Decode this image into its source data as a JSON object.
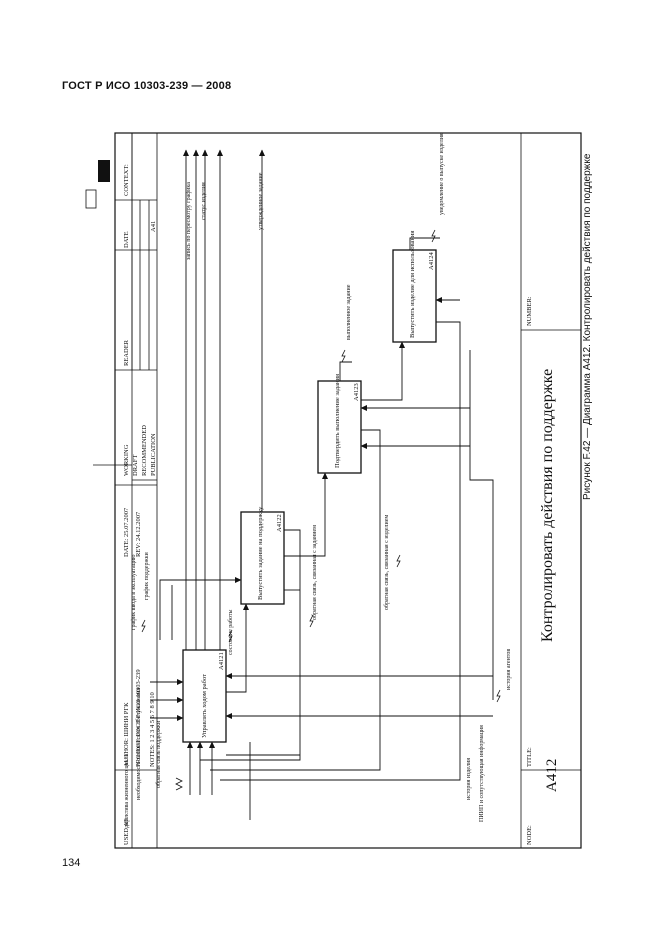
{
  "page": {
    "header": "ГОСТ Р ИСО 10303-239 — 2008",
    "page_number": "134",
    "caption": "Рисунок F.42 — Диаграмма А412. Контролировать действия по поддержке"
  },
  "frame": {
    "used_at": "USED AT:",
    "author": "AUTHOR: ШИНИ РГК",
    "project": "PROJECT: ГОСТ Р ИСО 10303-239",
    "date": "DATE: 25.07.2007",
    "rev": "REV: 24.12.2007",
    "notes": "NOTES: 1 2 3 4 5 6 7 8 9 10",
    "working": "WORKING",
    "draft": "DRAFT",
    "recommended": "RECOMMENDED",
    "publication": "PUBLICATION",
    "reader": "READER",
    "date_col": "DATE",
    "context": "CONTEXT:",
    "context_node": "A41",
    "node_label": "NODE:",
    "node": "A412",
    "title_label": "TITLE:",
    "title": "Контролировать действия по поддержке",
    "number_label": "NUMBER:"
  },
  "boxes": {
    "b1": {
      "name": "Управлять ходом работ",
      "id": "A4121"
    },
    "b2": {
      "name": "Выпустить задание на поддержку",
      "id": "A4122"
    },
    "b3": {
      "name": "Подтвердить выполнение задания",
      "id": "A4123"
    },
    "b4": {
      "name": "Выпустить изделие для использования",
      "id": "A4124"
    }
  },
  "labels": {
    "l1": "директива жизненного цикла",
    "l2": "необходимость технического обслуживания",
    "l3": "обратная связь поддержки",
    "l4": "история изделия",
    "l5": "ПИИП и сопутствующая информация",
    "l6": "история агентов",
    "l7": "график ввода в эксплуатацию",
    "l8": "график поддержки",
    "l9": "состояние работы",
    "l10": "обратная связь, связанная с заданием",
    "l11": "обратная связь, связанная с изделием",
    "l12": "выполненное задание",
    "l13": "уведомление о выпуске изделия",
    "l14": "утвержденное задание",
    "l15": "статус изделия",
    "l16": "запись по пересмотру графика"
  }
}
